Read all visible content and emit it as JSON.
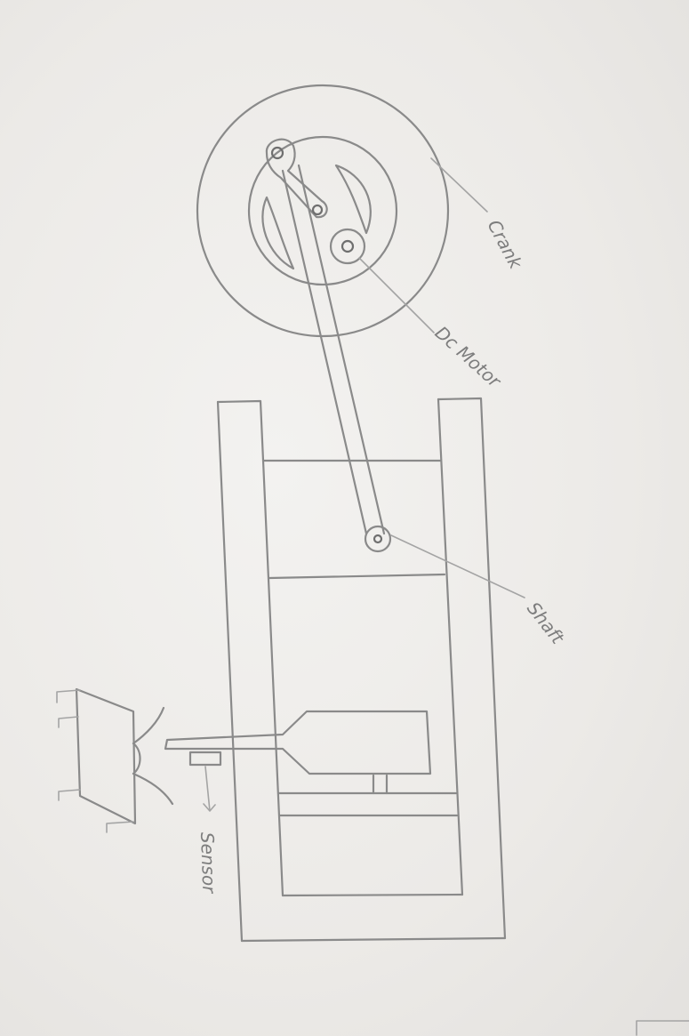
{
  "labels": {
    "crank": "Crank",
    "dc_motor": "Dc Motor",
    "shaft": "Shaft",
    "sensor": "Sensor"
  },
  "colors": {
    "paper": "#ecebe9",
    "pencil": "#8a8a8a"
  }
}
